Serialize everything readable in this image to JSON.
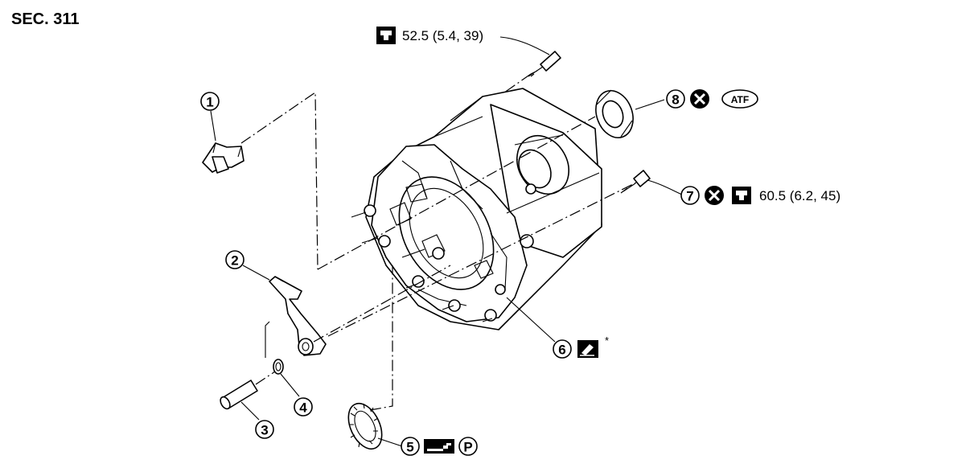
{
  "section_label": "SEC. 311",
  "callouts": [
    {
      "id": "1",
      "number": "1"
    },
    {
      "id": "2",
      "number": "2"
    },
    {
      "id": "3",
      "number": "3"
    },
    {
      "id": "4",
      "number": "4"
    },
    {
      "id": "5",
      "number": "5",
      "symbols": [
        "grease-icon",
        "p-circle-icon"
      ]
    },
    {
      "id": "6",
      "number": "6",
      "symbols": [
        "sealant-icon"
      ],
      "suffix": "*"
    },
    {
      "id": "7",
      "number": "7",
      "symbols": [
        "x-replace-icon",
        "torque-wrench-icon"
      ]
    },
    {
      "id": "8",
      "number": "8",
      "symbols": [
        "x-replace-icon",
        "atf-oval-icon"
      ]
    }
  ],
  "torque_specs": {
    "top_bolt": "52.5 (5.4, 39)",
    "bolt_7": "60.5 (6.2, 45)"
  },
  "labels": {
    "atf": "ATF",
    "p_symbol": "P",
    "asterisk": "*"
  }
}
